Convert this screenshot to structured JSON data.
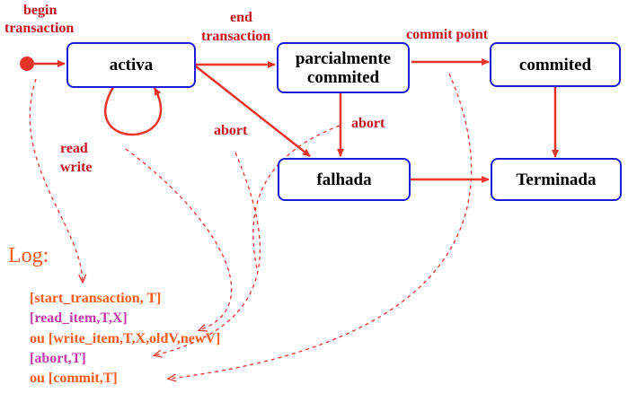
{
  "labels": {
    "begin": "begin",
    "begin_transaction": "transaction",
    "end": "end",
    "end_transaction": "transaction",
    "commit_point": "commit point",
    "abort_left": "abort",
    "abort_right": "abort",
    "read": "read",
    "write": "write"
  },
  "states": {
    "activa": "activa",
    "parcial_line1": "parcialmente",
    "parcial_line2": "commited",
    "commited": "commited",
    "falhada": "falhada",
    "terminada": "Terminada"
  },
  "log": {
    "title": "Log:",
    "entries": [
      "[start_transaction, T]",
      "[read_item,T,X]",
      "ou [write_item,T,X,oldV,newV]",
      "[abort,T]",
      "ou [commit,T]"
    ]
  },
  "colors": {
    "state_border": "#1c1cd6",
    "arrow": "#e8322a",
    "label_red": "#c8141e",
    "log_orange": "#ff5a1e",
    "log_pink": "#c43aa8"
  }
}
